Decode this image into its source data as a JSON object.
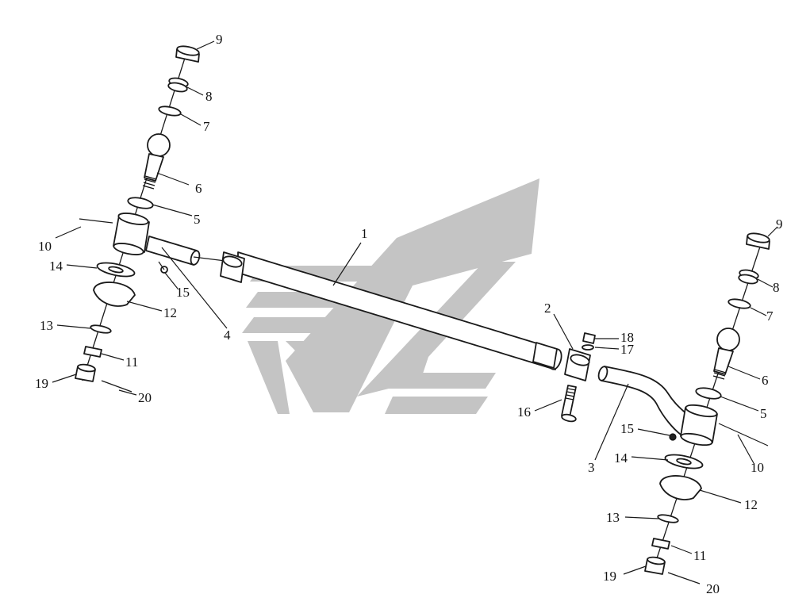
{
  "watermark": {
    "color": "#c4c4c4",
    "icon": "wing-logo-icon"
  },
  "labels": {
    "p1": "1",
    "p2": "2",
    "p3": "3",
    "p4": "4",
    "l5": "5",
    "l6": "6",
    "l7": "7",
    "l8": "8",
    "l9": "9",
    "l10": "10",
    "l11": "11",
    "l12": "12",
    "l13": "13",
    "l14": "14",
    "l15": "15",
    "r5": "5",
    "r6": "6",
    "r7": "7",
    "r8": "8",
    "r9": "9",
    "r10": "10",
    "r11": "11",
    "r12": "12",
    "r13": "13",
    "r14": "14",
    "r15": "15",
    "p16": "16",
    "p17": "17",
    "p18": "18",
    "l19": "19",
    "l20": "20",
    "r19": "19",
    "r20": "20"
  }
}
